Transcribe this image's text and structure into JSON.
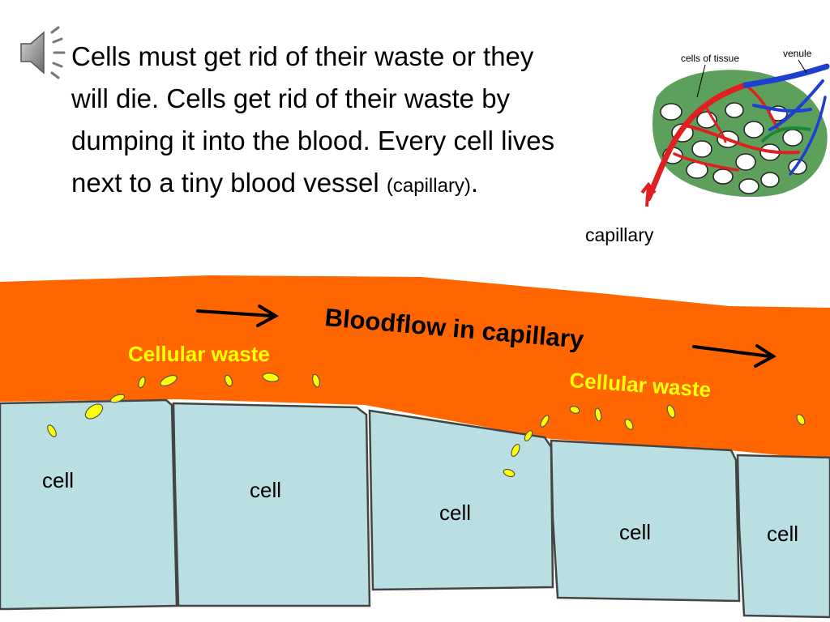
{
  "intro": {
    "text": "Cells must get rid of their waste or they will die.  Cells get rid of their waste by dumping it into the blood. Every cell lives next to a tiny blood vessel ",
    "small_text": "(capillary)",
    "end": "."
  },
  "thumbnail": {
    "cells_label": "cells of tissue",
    "venule_label": "venule",
    "caption": "capillary"
  },
  "diagram": {
    "flow_label": "Bloodflow in capillary",
    "waste_label_1": "Cellular waste",
    "waste_label_2": "Cellular waste",
    "cells": [
      "cell",
      "cell",
      "cell",
      "cell",
      "cell"
    ]
  },
  "colors": {
    "capillary": "#ff6600",
    "waste": "#ffff00",
    "cell_fill": "#b9dfe2",
    "cell_stroke": "#444444",
    "label": "#ffff00"
  },
  "icons": {
    "speaker": "speaker-icon"
  }
}
